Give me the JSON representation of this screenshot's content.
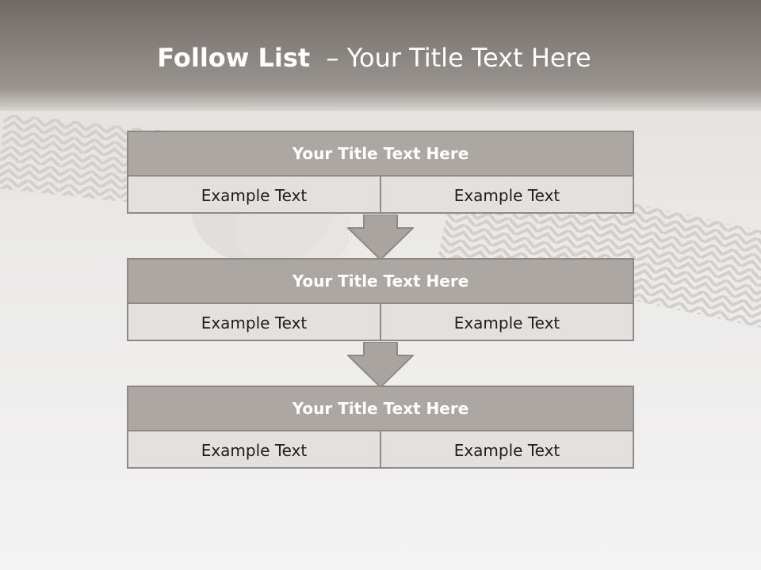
{
  "slide": {
    "title_bold": "Follow List",
    "title_rest": "– Your Title Text Here"
  },
  "steps": [
    {
      "title": "Your Title Text Here",
      "left": "Example Text",
      "right": "Example Text"
    },
    {
      "title": "Your Title Text Here",
      "left": "Example Text",
      "right": "Example Text"
    },
    {
      "title": "Your Title Text Here",
      "left": "Example Text",
      "right": "Example Text"
    }
  ],
  "colors": {
    "header_band": "#7a7571",
    "box_head": "#aca7a2",
    "box_body": "#e3e0de",
    "border": "#8e8984",
    "arrow": "#a9a49f"
  }
}
